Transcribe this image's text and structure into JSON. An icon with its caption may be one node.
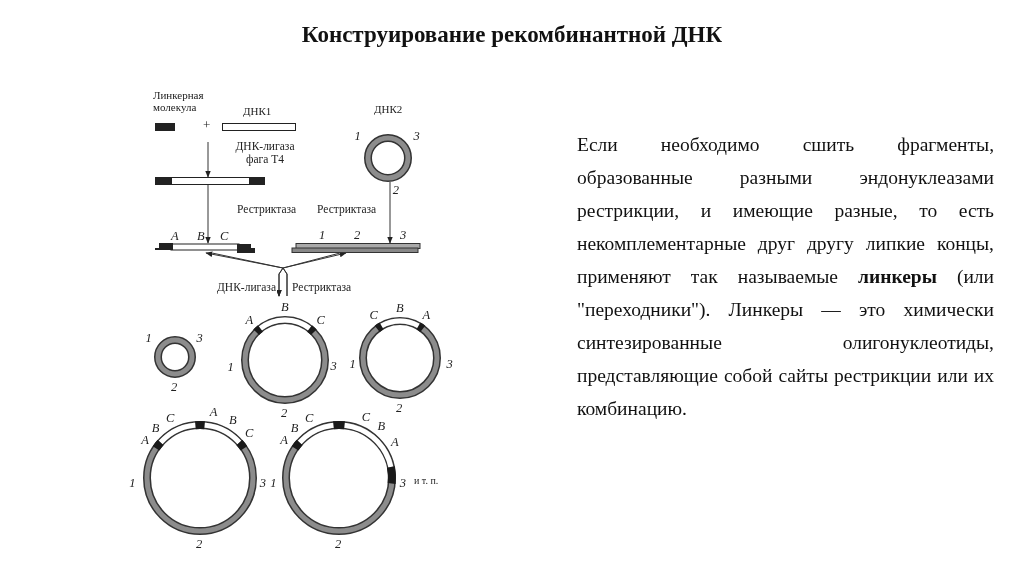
{
  "diagram": {
    "title": "Конструирование рекомбинантной ДНК",
    "nodes": [
      {
        "text": [],
        "shape": "bar",
        "beside": [
          "Линкерная молекула"
        ]
      },
      {
        "text": [],
        "shape": "bar",
        "beside": [
          "ДНК1"
        ]
      },
      {
        "text": [],
        "shape": "circle",
        "beside": [
          "ДНК2",
          "1",
          "3",
          "2"
        ]
      },
      {
        "text": [],
        "shape": "bar"
      },
      {
        "text": [],
        "shape": "bar",
        "beside": [
          "A",
          "B",
          "C"
        ]
      },
      {
        "text": [],
        "shape": "bar",
        "beside": [
          "1",
          "2",
          "3"
        ]
      },
      {
        "text": [],
        "shape": "circle",
        "beside": [
          "1",
          "3",
          "2"
        ]
      },
      {
        "text": [],
        "shape": "circle",
        "beside": [
          "A",
          "B",
          "C",
          "1",
          "3",
          "2"
        ]
      },
      {
        "text": [],
        "shape": "circle",
        "beside": [
          "C",
          "B",
          "A",
          "1",
          "3",
          "2"
        ]
      },
      {
        "text": [],
        "shape": "circle",
        "beside": [
          "A",
          "B",
          "C",
          "A",
          "B",
          "C",
          "1",
          "3",
          "2"
        ]
      },
      {
        "text": [],
        "shape": "circle",
        "beside": [
          "A",
          "B",
          "C",
          "C",
          "B",
          "A",
          "1",
          "3",
          "и т. п.",
          "2"
        ]
      }
    ],
    "edges": [
      {
        "from": null,
        "to": 3,
        "arrow": "to",
        "label": "ДНК-лигаза фага Т4"
      },
      {
        "from": 3,
        "to": 4,
        "arrow": "to",
        "label": "Рестриктаза"
      },
      {
        "from": 2,
        "to": 5,
        "arrow": "to",
        "label": "Рестриктаза"
      },
      {
        "from": 4,
        "to": 7,
        "arrow": "to",
        "label": "ДНК-лигаза"
      },
      {
        "from": 5,
        "to": 7,
        "arrow": "to"
      },
      {
        "from": 7,
        "to": 4,
        "arrow": "to",
        "label": "Рестриктаза"
      },
      {
        "from": 7,
        "to": 5,
        "arrow": "to"
      }
    ],
    "labels": [
      "+",
      "Если необходимо сшить фрагменты, образованные разными эндонуклеазами рестрикции, и имеющие разные, то есть некомплементарные друг другу липкие концы, применяют так называемые **линкеры** (или \"переходники\"). Линкеры — это химически синтезированные олигонуклеотиды, представляющие собой сайты рестрикции или их комбинацию."
    ]
  }
}
